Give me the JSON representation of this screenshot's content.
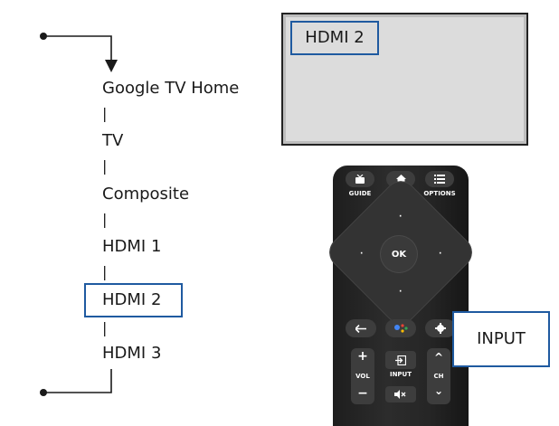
{
  "input_list": {
    "items": [
      "Google TV Home",
      "TV",
      "Composite",
      "HDMI 1",
      "HDMI 2",
      "HDMI 3"
    ],
    "selected": "HDMI 2",
    "separator": "|"
  },
  "tv_screen": {
    "label": "HDMI 2"
  },
  "remote": {
    "guide": "GUIDE",
    "options": "OPTIONS",
    "ok": "OK",
    "vol": "VOL",
    "ch": "CH",
    "input": "INPUT",
    "plus": "+",
    "minus": "−",
    "up": "^",
    "down": "⌄"
  },
  "callout": {
    "label": "INPUT"
  },
  "colors": {
    "highlight": "#1f5aa0",
    "tv_screen": "#dcdcdc",
    "remote_body": "#262626"
  }
}
